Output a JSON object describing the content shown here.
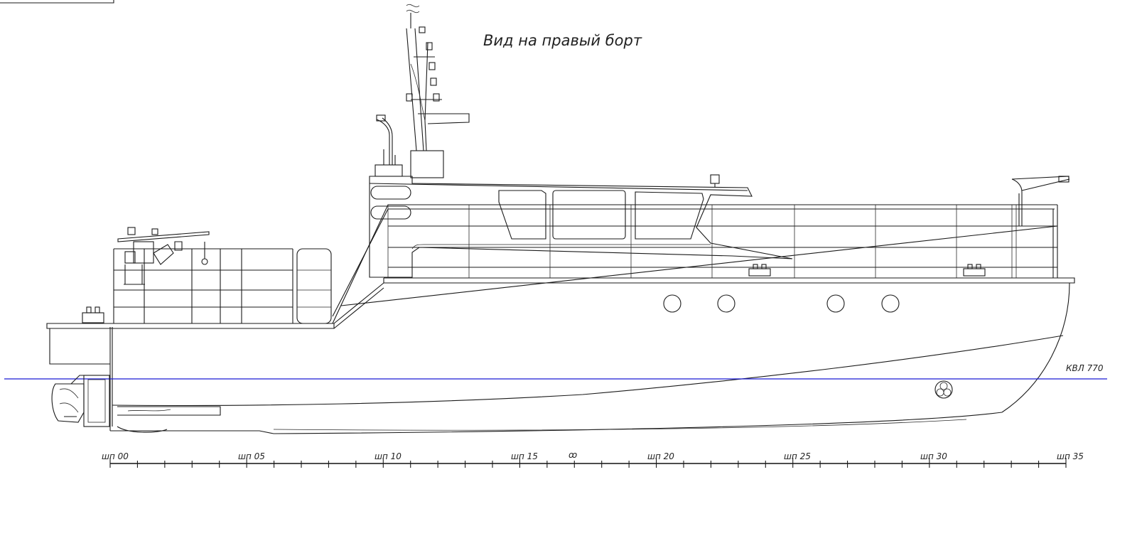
{
  "drawing": {
    "view_title": "Вид на правый борт",
    "waterline_label": "КВЛ 770",
    "midship_symbol": "ꝏ",
    "frame_labels": [
      "шп 00",
      "шп 05",
      "шп 10",
      "шп 15",
      "шп 20",
      "шп 25",
      "шп 30",
      "шп 35"
    ],
    "colors": {
      "line": "#1a1a1a",
      "waterline": "#1a1ad4",
      "background": "#ffffff"
    }
  }
}
